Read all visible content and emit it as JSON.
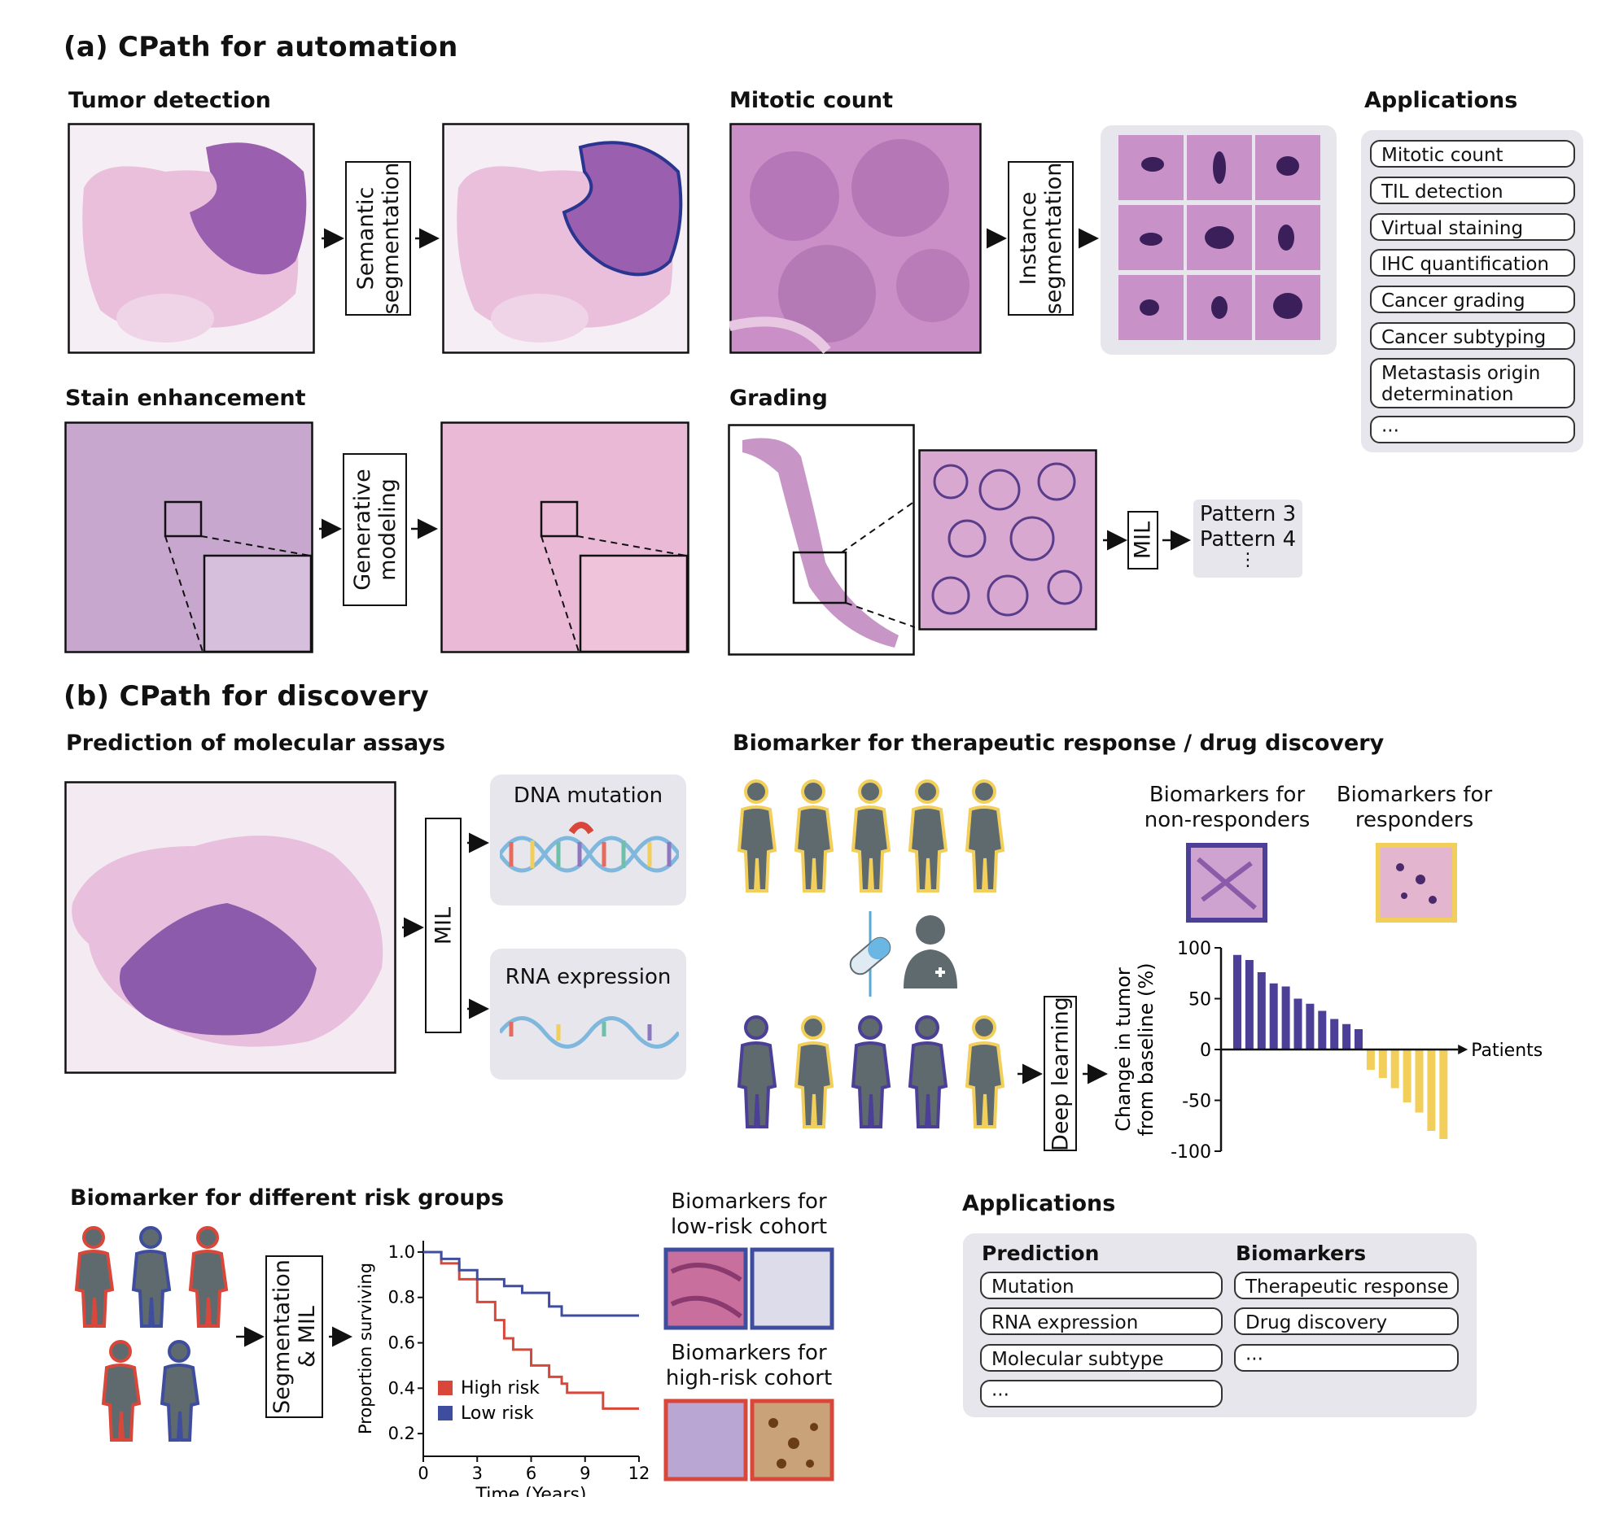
{
  "sections": {
    "a_title": "(a) CPath for automation",
    "b_title": "(b) CPath for discovery"
  },
  "automation": {
    "tumor_detection": {
      "title": "Tumor detection",
      "method": [
        "Semantic",
        "segmentation"
      ]
    },
    "mitotic_count": {
      "title": "Mitotic count",
      "method": [
        "Instance",
        "segmentation"
      ]
    },
    "stain_enhancement": {
      "title": "Stain enhancement",
      "method": [
        "Generative",
        "modeling"
      ]
    },
    "grading": {
      "title": "Grading",
      "method": "MIL",
      "outputs": [
        "Pattern 3",
        "Pattern 4",
        "⋮"
      ]
    },
    "applications": {
      "title": "Applications",
      "items": [
        "Mitotic count",
        "TIL detection",
        "Virtual staining",
        "IHC quantification",
        "Cancer grading",
        "Cancer subtyping",
        "Metastasis origin determination",
        "···"
      ]
    }
  },
  "discovery": {
    "molecular": {
      "title": "Prediction of molecular assays",
      "method": "MIL",
      "outputs": [
        "DNA mutation",
        "RNA expression"
      ]
    },
    "therapeutic": {
      "title": "Biomarker for therapeutic response / drug discovery",
      "method": "Deep learning",
      "biomarkers_nonresponders": [
        "Biomarkers for",
        "non-responders"
      ],
      "biomarkers_responders": [
        "Biomarkers for",
        "responders"
      ]
    },
    "risk": {
      "title": "Biomarker for different risk groups",
      "method": [
        "Segmentation",
        "& MIL"
      ],
      "low_risk_label": [
        "Biomarkers for",
        "low-risk cohort"
      ],
      "high_risk_label": [
        "Biomarkers for",
        "high-risk cohort"
      ]
    },
    "applications": {
      "title": "Applications",
      "prediction_header": "Prediction",
      "biomarkers_header": "Biomarkers",
      "prediction_items": [
        "Mutation",
        "RNA expression",
        "Molecular subtype",
        "···"
      ],
      "biomarker_items": [
        "Therapeutic response",
        "Drug discovery",
        "···"
      ]
    }
  },
  "colors": {
    "responder": "#f2cf5b",
    "nonresponder": "#4b3f97",
    "high_risk": "#d9473a",
    "low_risk": "#3f4d9f",
    "person_body": "#5f6a6e",
    "tissue_pink": "#e7b6d6",
    "tissue_purple": "#8c5bab"
  },
  "chart_data": [
    {
      "type": "bar",
      "ylabel": "Change in tumor from baseline (%)",
      "xlabel": "Patients",
      "ylim": [
        -100,
        100
      ],
      "yticks": [
        100,
        50,
        0,
        -50,
        -100
      ],
      "values": [
        93,
        88,
        76,
        65,
        62,
        50,
        45,
        38,
        30,
        25,
        20,
        -20,
        -28,
        -38,
        -52,
        -62,
        -80,
        -88
      ],
      "legend": "none"
    },
    {
      "type": "line",
      "xlabel": "Time (Years)",
      "ylabel": "Proportion surviving",
      "xlim": [
        0,
        12
      ],
      "ylim": [
        0.1,
        1.05
      ],
      "xticks": [
        0,
        3,
        6,
        9,
        12
      ],
      "yticks": [
        1.0,
        0.8,
        0.6,
        0.4,
        0.2
      ],
      "ytick_labels": [
        "1.0",
        "0.8",
        "0.6",
        "0.4",
        "0.2"
      ],
      "legend": "bottom-left",
      "series": [
        {
          "name": "High risk",
          "color": "#d9473a",
          "points": [
            [
              0,
              1.0
            ],
            [
              1,
              0.95
            ],
            [
              2,
              0.88
            ],
            [
              3,
              0.78
            ],
            [
              4,
              0.7
            ],
            [
              4.5,
              0.62
            ],
            [
              5,
              0.57
            ],
            [
              6,
              0.5
            ],
            [
              7,
              0.45
            ],
            [
              7.7,
              0.42
            ],
            [
              8,
              0.38
            ],
            [
              10,
              0.38
            ],
            [
              10,
              0.31
            ],
            [
              12,
              0.31
            ]
          ]
        },
        {
          "name": "Low risk",
          "color": "#3f4d9f",
          "points": [
            [
              0,
              1.0
            ],
            [
              1,
              0.97
            ],
            [
              2,
              0.92
            ],
            [
              3,
              0.88
            ],
            [
              4.5,
              0.85
            ],
            [
              5.5,
              0.82
            ],
            [
              7,
              0.76
            ],
            [
              7.7,
              0.72
            ],
            [
              12,
              0.72
            ]
          ]
        }
      ]
    }
  ]
}
